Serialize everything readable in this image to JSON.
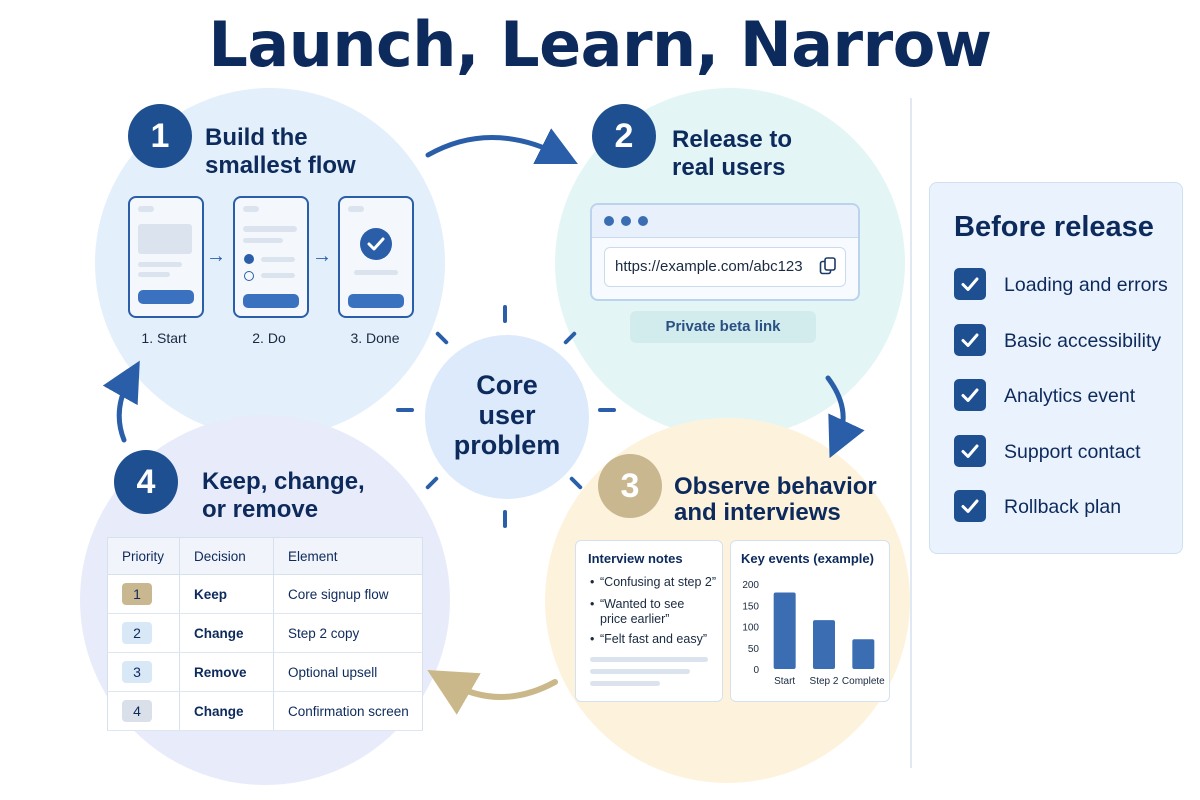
{
  "title": "Launch, Learn, Narrow",
  "core": {
    "line1": "Core",
    "line2": "user",
    "line3": "problem"
  },
  "step1": {
    "number": "1",
    "title_line1": "Build the",
    "title_line2": "smallest flow",
    "labels": [
      "1. Start",
      "2. Do",
      "3. Done"
    ]
  },
  "step2": {
    "number": "2",
    "title_line1": "Release to",
    "title_line2": "real users",
    "url": "https://example.com/abc123",
    "link_label": "Private beta link"
  },
  "step3": {
    "number": "3",
    "title_line1": "Observe behavior",
    "title_line2": "and interviews",
    "notes_title": "Interview notes",
    "notes": [
      "“Confusing at step 2”",
      "“Wanted to see price earlier”",
      "“Felt fast and easy”"
    ],
    "chart_title": "Key events (example)"
  },
  "step4": {
    "number": "4",
    "title_line1": "Keep, change,",
    "title_line2": "or remove",
    "table": {
      "headers": [
        "Priority",
        "Decision",
        "Element"
      ],
      "rows": [
        {
          "priority": "1",
          "decision": "Keep",
          "element": "Core signup flow",
          "color": "#c9b88f"
        },
        {
          "priority": "2",
          "decision": "Change",
          "element": "Step 2 copy",
          "color": "#d9e8f7"
        },
        {
          "priority": "3",
          "decision": "Remove",
          "element": "Optional upsell",
          "color": "#d9e8f7"
        },
        {
          "priority": "4",
          "decision": "Change",
          "element": "Confirmation screen",
          "color": "#d9e0ea"
        }
      ]
    }
  },
  "checklist": {
    "title": "Before release",
    "items": [
      "Loading and errors",
      "Basic accessibility",
      "Analytics event",
      "Support contact",
      "Rollback plan"
    ]
  },
  "chart_data": {
    "type": "bar",
    "title": "Key events (example)",
    "categories": [
      "Start",
      "Step 2",
      "Complete"
    ],
    "values": [
      180,
      115,
      70
    ],
    "ylim": [
      0,
      200
    ],
    "yticks": [
      0,
      50,
      100,
      150,
      200
    ],
    "color": "#3b6db3"
  },
  "colors": {
    "navy": "#0d2a5c",
    "blue": "#1d4f91",
    "gold": "#c9b88f"
  }
}
